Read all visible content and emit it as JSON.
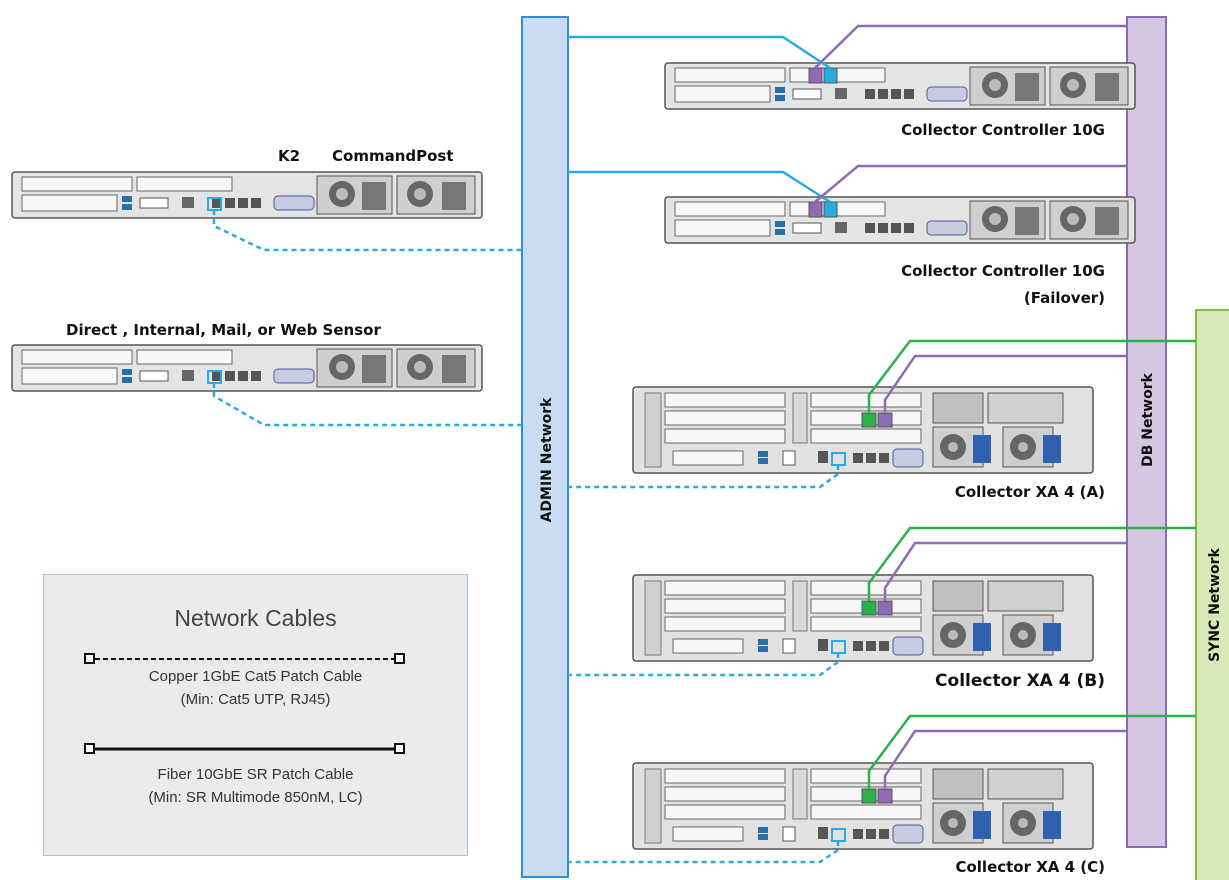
{
  "networks": {
    "admin": "ADMIN Network",
    "db": "DB Network",
    "sync": "SYNC Network"
  },
  "devices": {
    "k2": "K2",
    "commandpost": "CommandPost",
    "sensor": "Direct , Internal, Mail, or Web Sensor",
    "cc1": "Collector Controller 10G",
    "cc2": "Collector Controller 10G",
    "cc2_sub": "(Failover)",
    "xa_a": "Collector XA 4 (A)",
    "xa_b": "Collector XA 4 (B)",
    "xa_c": "Collector XA 4 (C)"
  },
  "legend": {
    "title": "Network Cables",
    "copper_line1": "Copper 1GbE Cat5 Patch Cable",
    "copper_line2": "(Min: Cat5 UTP, RJ45)",
    "fiber_line1": "Fiber 10GbE SR Patch Cable",
    "fiber_line2": "(Min: SR Multimode 850nM, LC)"
  },
  "colors": {
    "admin_line": "#29abe2",
    "db_line": "#8e6bb4",
    "sync_line": "#2bb04a",
    "admin_bar": "#c8ddf2",
    "db_bar": "#d5c6e2",
    "sync_bar": "#d9e8b8"
  }
}
